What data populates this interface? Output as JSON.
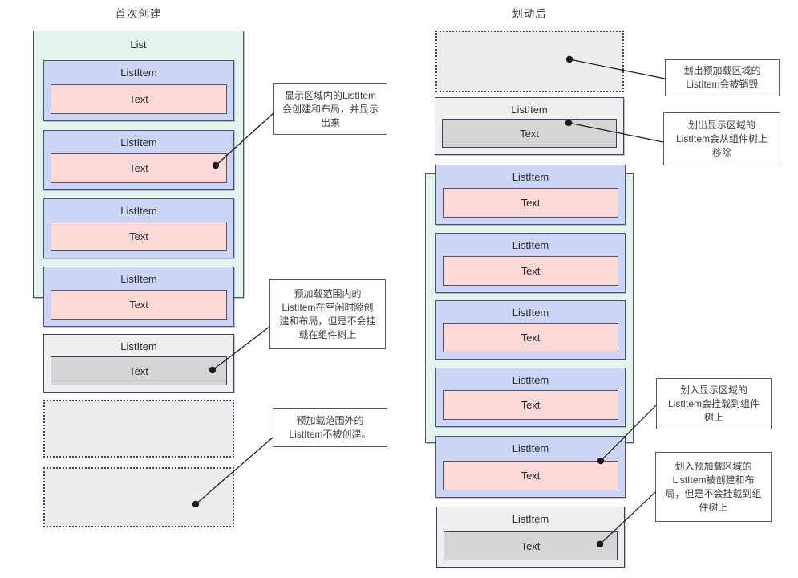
{
  "titles": {
    "left": "首次创建",
    "right": "划动后"
  },
  "labels": {
    "list": "List",
    "item": "ListItem",
    "text": "Text"
  },
  "callouts": {
    "display_area": {
      "lines": [
        "显示区域内的ListItem",
        "会创建和布局，并显示",
        "出来"
      ]
    },
    "preload_range": {
      "lines": [
        "预加载范围内的",
        "ListItem在空闲时隙创",
        "建和布局，但是不会挂",
        "载在组件树上"
      ]
    },
    "outside_preload": {
      "lines": [
        "预加载范围外的",
        "ListItem不被创建。"
      ]
    },
    "swipe_out_preload": {
      "lines": [
        "划出预加载区域的",
        "ListItem会被销毁"
      ]
    },
    "swipe_out_display": {
      "lines": [
        "划出显示区域的",
        "ListItem会从组件树上",
        "移除"
      ]
    },
    "swipe_in_display": {
      "lines": [
        "划入显示区域的",
        "ListItem会挂载到组件",
        "树上"
      ]
    },
    "swipe_in_preload": {
      "lines": [
        "划入预加载区域的",
        "ListItem被创建和布",
        "局，但是不会挂载到组",
        "件树上"
      ]
    }
  },
  "colors": {
    "list_fill": "#e4f3ee",
    "item_fill": "#cdd5f7",
    "text_fill": "#ffd9d8",
    "preload_fill": "#efefef",
    "preload_text_fill": "#d5d5d5",
    "box_border": "#50536b",
    "preload_border": "#3f4258",
    "callout_border": "#595959",
    "connector": "#1a1a1a"
  }
}
